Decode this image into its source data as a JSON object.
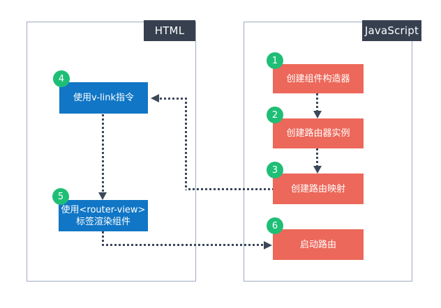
{
  "diagram": {
    "panels": [
      {
        "label": "HTML"
      },
      {
        "label": "JavaScript"
      }
    ],
    "steps": [
      {
        "num": "1",
        "label": "创建组件构造器",
        "panel": "JavaScript",
        "color": "#EC685A"
      },
      {
        "num": "2",
        "label": "创建路由器实例",
        "panel": "JavaScript",
        "color": "#EC685A"
      },
      {
        "num": "3",
        "label": "创建路由映射",
        "panel": "JavaScript",
        "color": "#EC685A"
      },
      {
        "num": "4",
        "label": "使用v-link指令",
        "panel": "HTML",
        "color": "#1076C5"
      },
      {
        "num": "5",
        "lines": [
          "使用<router-view>",
          "标签渲染组件"
        ],
        "panel": "HTML",
        "color": "#1076C5"
      },
      {
        "num": "6",
        "label": "启动路由",
        "panel": "JavaScript",
        "color": "#EC685A"
      }
    ],
    "connections": [
      {
        "from": "1",
        "to": "2"
      },
      {
        "from": "2",
        "to": "3"
      },
      {
        "from": "3",
        "to": "4"
      },
      {
        "from": "4",
        "to": "5"
      },
      {
        "from": "5",
        "to": "6"
      }
    ],
    "colors": {
      "step_red": "#EC685A",
      "step_blue": "#1076C5",
      "badge_green": "#1FBE76",
      "panel_label_bg": "#36404F",
      "panel_border": "#9CABBE",
      "connector": "#3B4859",
      "background": "#FFFFFF"
    }
  }
}
